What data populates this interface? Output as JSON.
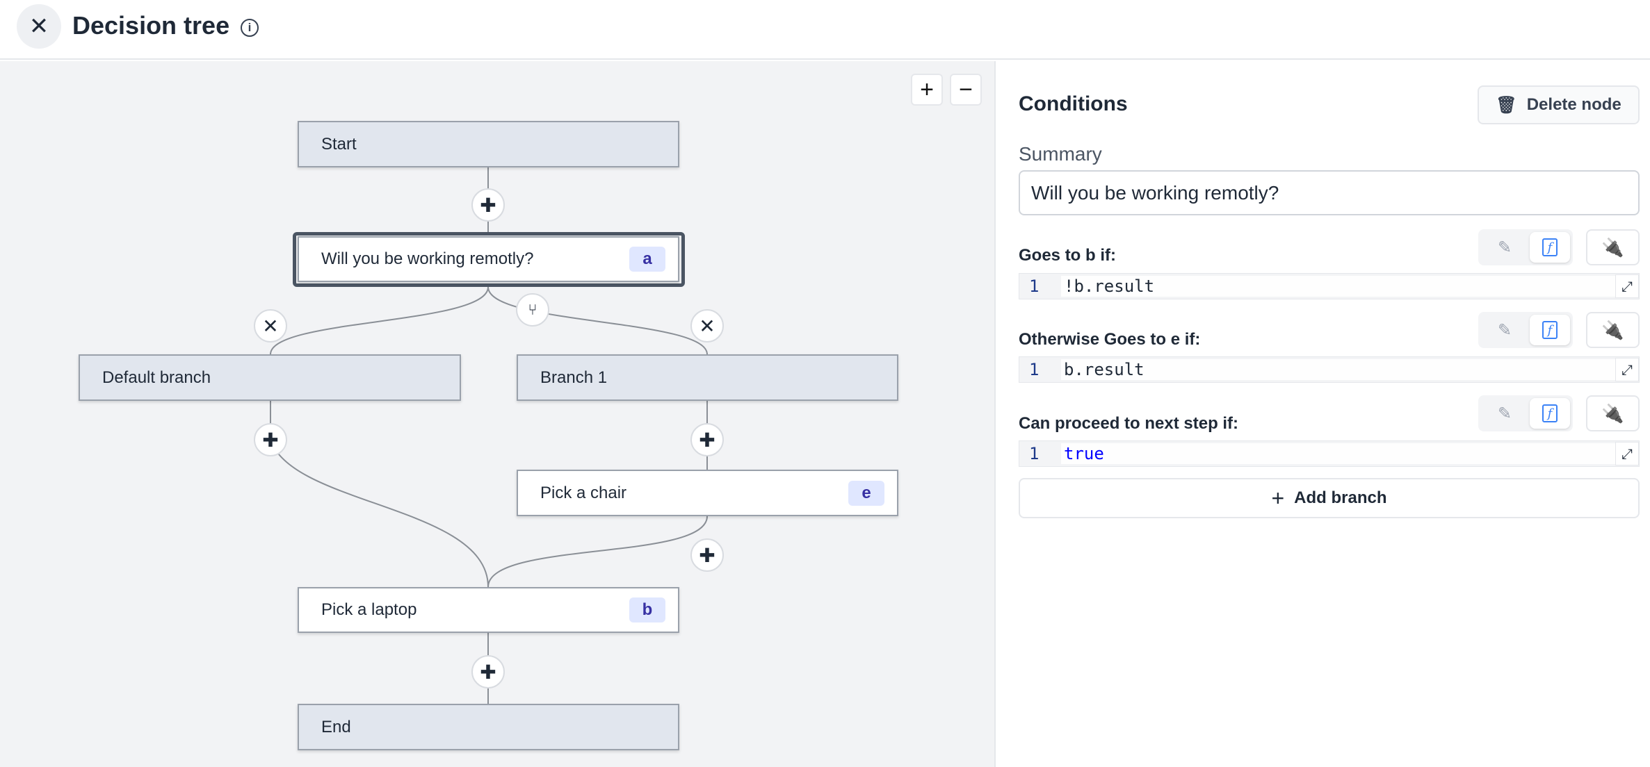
{
  "header": {
    "title": "Decision tree",
    "close_icon": "close-icon",
    "info_icon": "info-icon"
  },
  "canvas": {
    "zoom_in": "+",
    "zoom_out": "−",
    "nodes": {
      "start": {
        "label": "Start"
      },
      "question": {
        "label": "Will you be working remotly?",
        "badge": "a"
      },
      "default_branch": {
        "label": "Default branch"
      },
      "branch1": {
        "label": "Branch 1"
      },
      "chair": {
        "label": "Pick a chair",
        "badge": "e"
      },
      "laptop": {
        "label": "Pick a laptop",
        "badge": "b"
      },
      "end": {
        "label": "End"
      }
    }
  },
  "panel": {
    "title": "Conditions",
    "delete_label": "Delete node",
    "summary_label": "Summary",
    "summary_value": "Will you be working remotly?",
    "conditions": [
      {
        "label": "Goes to b if:",
        "line": "1",
        "code": "!b.result"
      },
      {
        "label": "Otherwise Goes to e if:",
        "line": "1",
        "code": "b.result"
      },
      {
        "label": "Can proceed to next step if:",
        "line": "1",
        "code": "true"
      }
    ],
    "add_branch_label": "Add branch",
    "code_keyword_color": "#0000ff",
    "accent": "#3b82f6"
  }
}
